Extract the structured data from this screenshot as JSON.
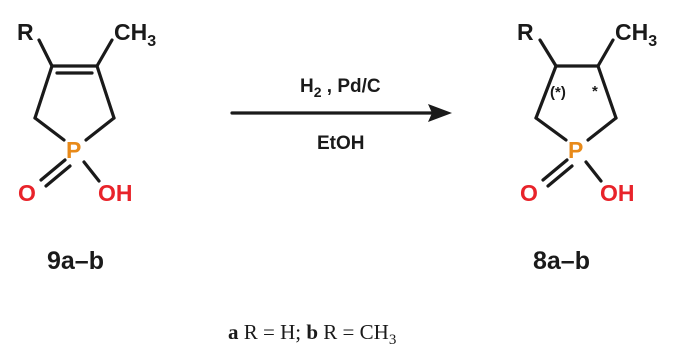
{
  "reactant": {
    "substituent": "R",
    "methyl": "CH",
    "methyl_sub": "3",
    "phosphorus": "P",
    "oxo": "O",
    "hydroxyl": "OH",
    "compound_label": "9a–b"
  },
  "product": {
    "substituent": "R",
    "methyl": "CH",
    "methyl_sub": "3",
    "phosphorus": "P",
    "oxo": "O",
    "hydroxyl": "OH",
    "stereo_a": "(*)",
    "stereo_b": "*",
    "compound_label": "8a–b"
  },
  "conditions": {
    "reagent_main": "H",
    "reagent_sub": "2",
    "reagent_rest": " , Pd/C",
    "solvent": "EtOH"
  },
  "footnote": {
    "a_letter": "a",
    "a_text": " R = H; ",
    "b_letter": "b",
    "b_text": " R = CH",
    "b_sub": "3"
  },
  "colors": {
    "oxygen": "#e8232a",
    "phosphorus": "#e88a1a",
    "bond": "#1a1a1a"
  }
}
